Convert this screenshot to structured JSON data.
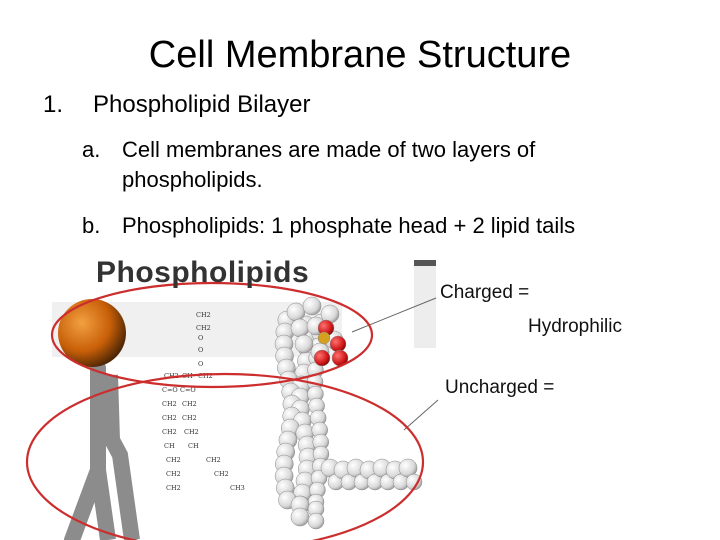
{
  "slide": {
    "title": "Cell Membrane Structure",
    "item1": {
      "marker": "1.",
      "text": "Phospholipid Bilayer"
    },
    "item_a": {
      "marker": "a.",
      "text": "Cell membranes are made of two layers of phospholipids."
    },
    "item_b": {
      "marker": "b.",
      "text": "Phospholipids: 1 phosphate head + 2 lipid tails"
    }
  },
  "figure": {
    "heading": "Phospholipids",
    "formula_lines": [
      "CH2",
      "CH2",
      "O",
      "O",
      "O",
      "CH2",
      "CH",
      "CH2",
      "C=O",
      "C=O",
      "CH2",
      "CH2",
      "CH2",
      "CH2",
      "CH2",
      "CH2",
      "CH",
      "CH",
      "CH2",
      "CH2",
      "CH2",
      "CH2",
      "CH2",
      "CH3"
    ],
    "charged_label_1": "Charged =",
    "charged_label_2": "Hydrophilic",
    "uncharged_label": "Uncharged =",
    "colors": {
      "head_orange": "#e07a10",
      "ellipse_red": "#cc2d2d",
      "figure_gray": "#8c8c8c",
      "atom_white": "#e8e8e8",
      "oxygen_red": "#d22020"
    }
  }
}
